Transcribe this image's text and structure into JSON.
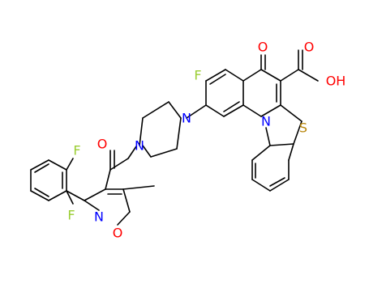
{
  "molecule": {
    "atoms": {
      "F_left_top": "F",
      "F_left_bottom": "F",
      "F_quinolone": "F",
      "O_carbonyl_amide": "O",
      "O_ketone": "O",
      "O_acid_carbonyl": "O",
      "OH_acid": "OH",
      "N_piperazine_1": "N",
      "N_piperazine_2": "N",
      "N_ring": "N",
      "S_ring": "S",
      "N_isoxazole": "N",
      "O_isoxazole": "O"
    },
    "colors": {
      "carbon_bond": "#000000",
      "fluorine": "#9acd32",
      "oxygen": "#ff0000",
      "nitrogen": "#0000ff",
      "sulfur": "#b8860b"
    }
  }
}
